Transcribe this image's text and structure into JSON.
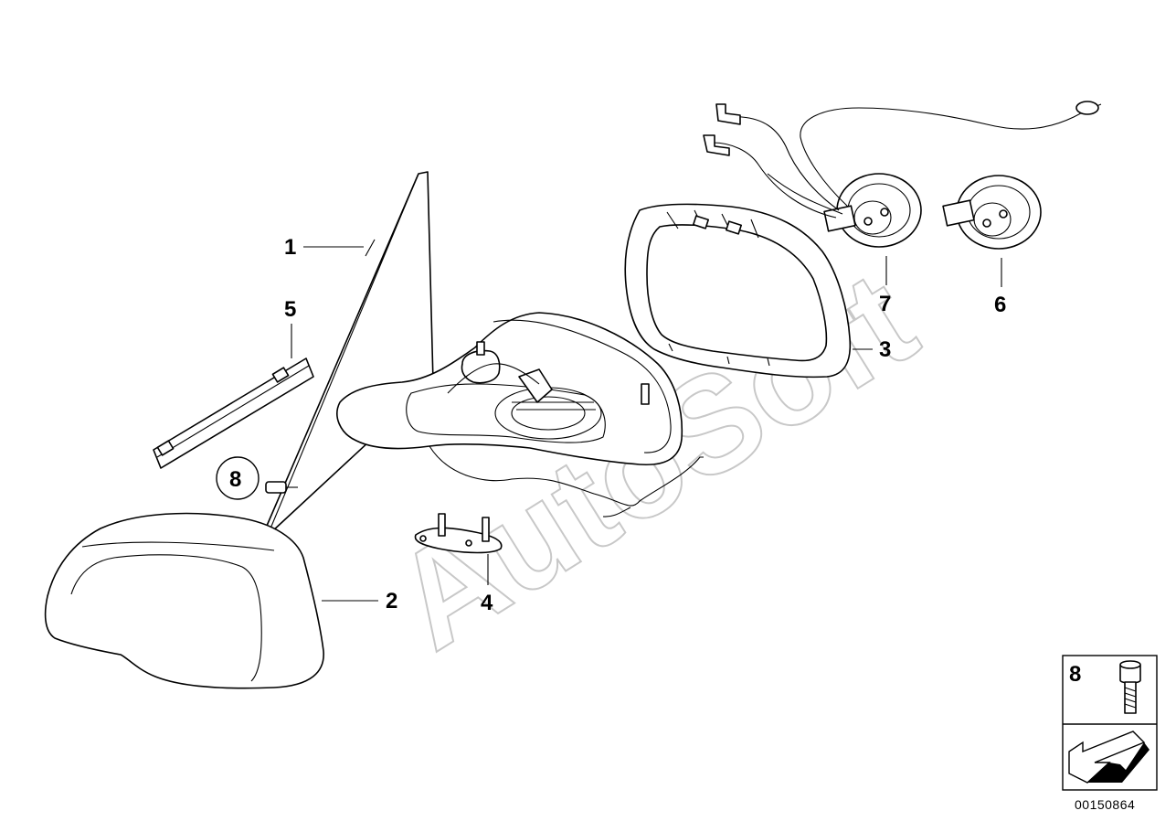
{
  "callouts": {
    "c1": "1",
    "c2": "2",
    "c3": "3",
    "c4": "4",
    "c5": "5",
    "c6": "6",
    "c7": "7",
    "c8": "8"
  },
  "legend": {
    "item_number": "8"
  },
  "reference_number": "00150864",
  "watermark": "AutoSoft"
}
